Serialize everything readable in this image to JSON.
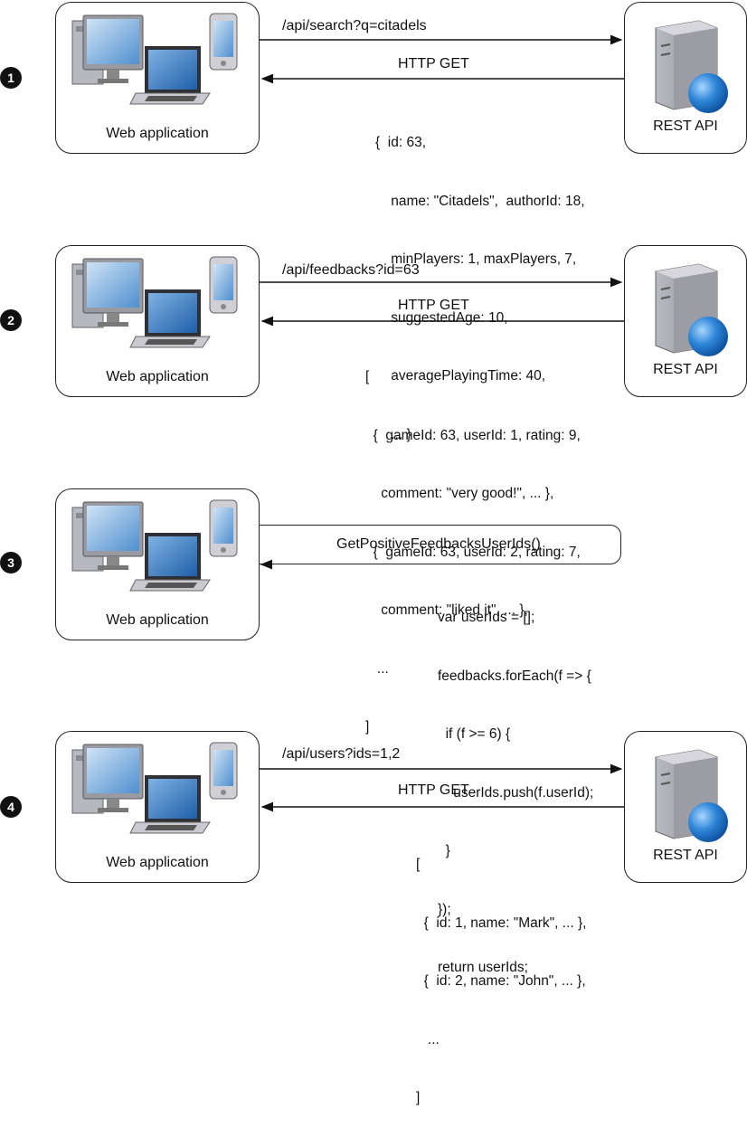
{
  "steps": [
    {
      "number": "1",
      "client_label": "Web application",
      "server_label": "REST API",
      "request": "/api/search?q=citadels",
      "method": "HTTP GET",
      "payload": [
        "{  id: 63,",
        "    name: \"Citadels\",  authorId: 18,",
        "    minPlayers: 1, maxPlayers, 7,",
        "    suggestedAge: 10,",
        "    averagePlayingTime: 40,",
        "    ... }"
      ]
    },
    {
      "number": "2",
      "client_label": "Web application",
      "server_label": "REST API",
      "request": "/api/feedbacks?id=63",
      "method": "HTTP GET",
      "payload": [
        "[",
        "  {  gameId: 63, userId: 1, rating: 9,",
        "    comment: \"very good!\", ... },",
        "  {  gameId: 63, userId: 2, rating: 7,",
        "    comment: \"liked it\", ... },",
        "   ...",
        "]"
      ]
    },
    {
      "number": "3",
      "client_label": "Web application",
      "call": "GetPositiveFeedbacksUserIds()",
      "payload": [
        "var userIds = [];",
        "feedbacks.forEach(f => {",
        "  if (f >= 6) {",
        "    userIds.push(f.userId);",
        "  }",
        "});",
        "return userIds;"
      ]
    },
    {
      "number": "4",
      "client_label": "Web application",
      "server_label": "REST API",
      "request": "/api/users?ids=1,2",
      "method": "HTTP GET",
      "payload": [
        "[",
        "  {  id: 1, name: \"Mark\", ... },",
        "  {  id: 2, name: \"John\", ... },",
        "   ...",
        "]"
      ]
    }
  ]
}
